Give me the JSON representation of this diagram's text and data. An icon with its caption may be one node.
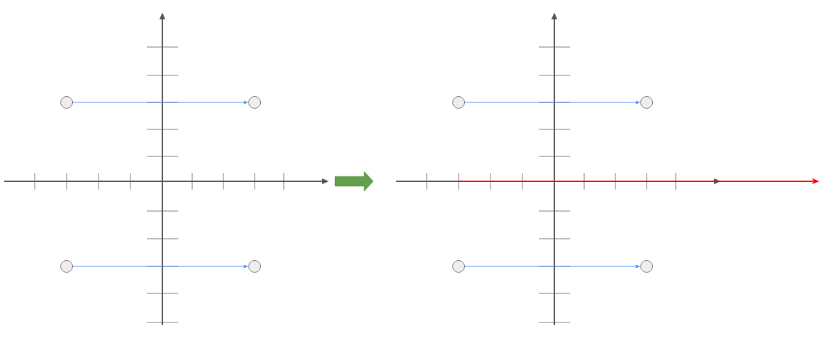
{
  "diagram": {
    "nodes": [
      {
        "text": [],
        "shape": "circle"
      },
      {
        "text": [],
        "shape": "circle"
      },
      {
        "text": [],
        "shape": "circle"
      },
      {
        "text": [],
        "shape": "circle"
      },
      {
        "text": [],
        "shape": "circle"
      },
      {
        "text": [],
        "shape": "circle"
      },
      {
        "text": [],
        "shape": "circle"
      },
      {
        "text": [],
        "shape": "circle"
      }
    ],
    "edges": [
      {
        "from": 0,
        "to": 1,
        "arrow": "to"
      },
      {
        "from": 2,
        "to": 3,
        "arrow": "to"
      },
      {
        "from": 4,
        "to": 5,
        "arrow": "to"
      },
      {
        "from": 6,
        "to": 7,
        "arrow": "to"
      }
    ]
  }
}
